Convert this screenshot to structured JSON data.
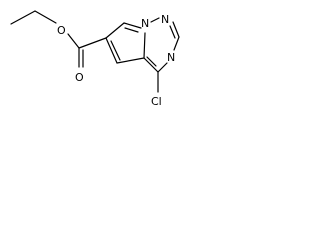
{
  "structure": {
    "atoms": {
      "ester_oxygen": "O",
      "carbonyl_oxygen": "O",
      "ring_nitrogen_bridgehead": "N",
      "ring_nitrogen_2": "N",
      "ring_nitrogen_3": "N",
      "chlorine": "Cl"
    }
  }
}
